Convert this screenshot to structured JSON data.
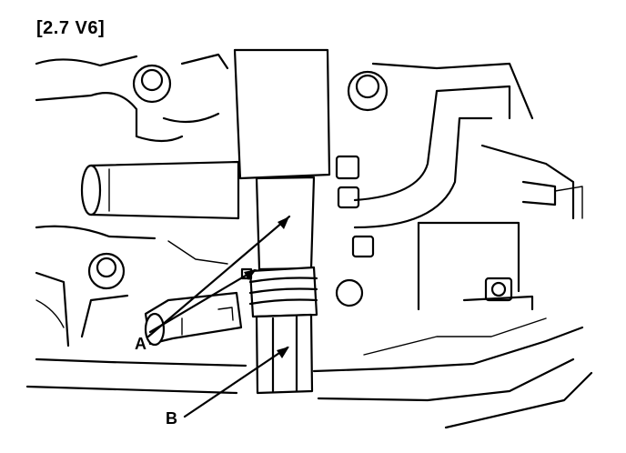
{
  "figure": {
    "title": "[2.7 V6]",
    "callouts": [
      {
        "id": "A",
        "label": "A"
      },
      {
        "id": "B",
        "label": "B"
      }
    ]
  }
}
